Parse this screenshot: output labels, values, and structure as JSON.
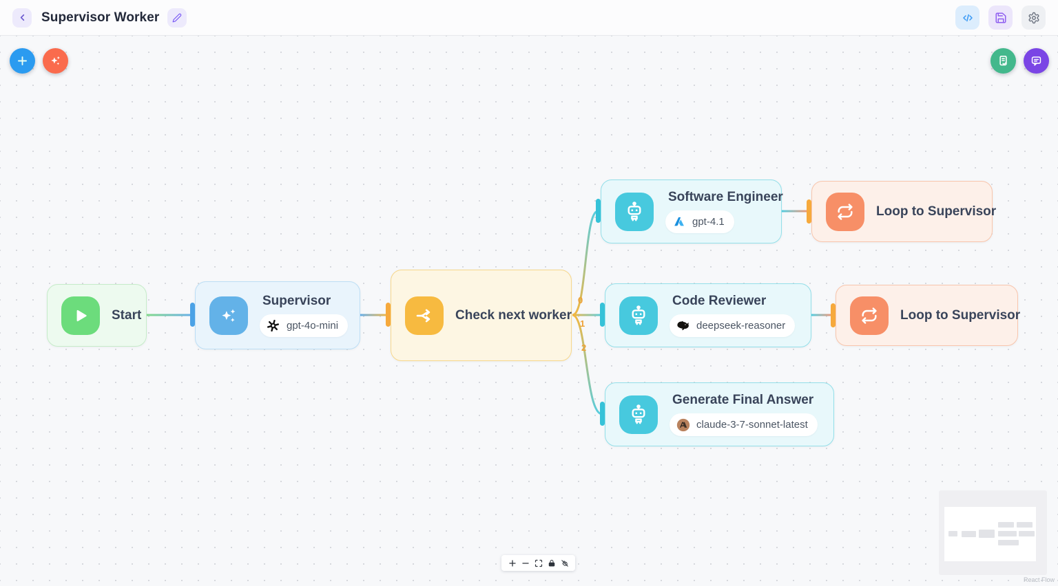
{
  "header": {
    "title": "Supervisor Worker"
  },
  "nodes": {
    "start": {
      "title": "Start"
    },
    "supervisor": {
      "title": "Supervisor",
      "model": "gpt-4o-mini",
      "provider": "openai"
    },
    "check_next_worker": {
      "title": "Check next worker"
    },
    "software_engineer": {
      "title": "Software Engineer",
      "model": "gpt-4.1",
      "provider": "azure"
    },
    "loop_top": {
      "title": "Loop to Supervisor"
    },
    "code_reviewer": {
      "title": "Code Reviewer",
      "model": "deepseek-reasoner",
      "provider": "deepseek"
    },
    "loop_bottom": {
      "title": "Loop to Supervisor"
    },
    "generate_final": {
      "title": "Generate Final Answer",
      "model": "claude-3-7-sonnet-latest",
      "provider": "anthropic"
    }
  },
  "edges": {
    "labels": [
      "0",
      "1",
      "2"
    ]
  },
  "attribution": "React Flow",
  "colors": {
    "accent_blue": "#2b9bf0",
    "accent_orange": "#fa6b4d",
    "accent_green": "#43b88c",
    "accent_purple": "#7a45e5",
    "node_green": "#6cdc7c",
    "node_blue": "#63b2e8",
    "node_yellow": "#f7ba40",
    "node_teal": "#47c9de",
    "node_salmon": "#f78f67",
    "edge_label": "#efa136"
  }
}
